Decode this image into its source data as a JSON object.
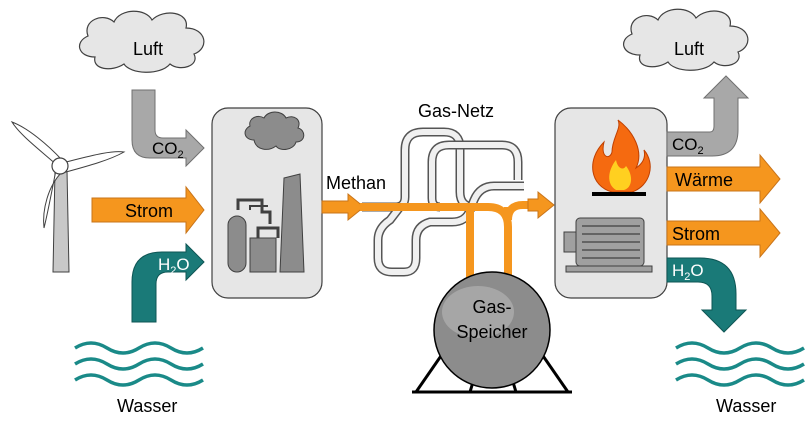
{
  "labels": {
    "luft_left": "Luft",
    "luft_right": "Luft",
    "co2_left": "CO",
    "co2_left_sub": "2",
    "co2_right": "CO",
    "co2_right_sub": "2",
    "strom_left": "Strom",
    "strom_right": "Strom",
    "h2o_left_h": "H",
    "h2o_left_sub": "2",
    "h2o_left_o": "O",
    "h2o_right_h": "H",
    "h2o_right_sub": "2",
    "h2o_right_o": "O",
    "wasser_left": "Wasser",
    "wasser_right": "Wasser",
    "methan": "Methan",
    "gas_netz": "Gas-Netz",
    "gas_speicher_line1": "Gas-",
    "gas_speicher_line2": "Speicher",
    "waerme": "Wärme"
  },
  "colors": {
    "orange": "#f5961e",
    "gray_arrow": "#a8a8a8",
    "teal": "#1a7a78",
    "box_fill": "#e6e6e6",
    "cloud_fill": "#e6e6e6",
    "water_wave": "#1a8a88"
  },
  "icons": [
    "wind-turbine-icon",
    "cloud-icon",
    "factory-icon",
    "flame-icon",
    "engine-icon",
    "water-waves-icon",
    "gas-tank-icon"
  ]
}
